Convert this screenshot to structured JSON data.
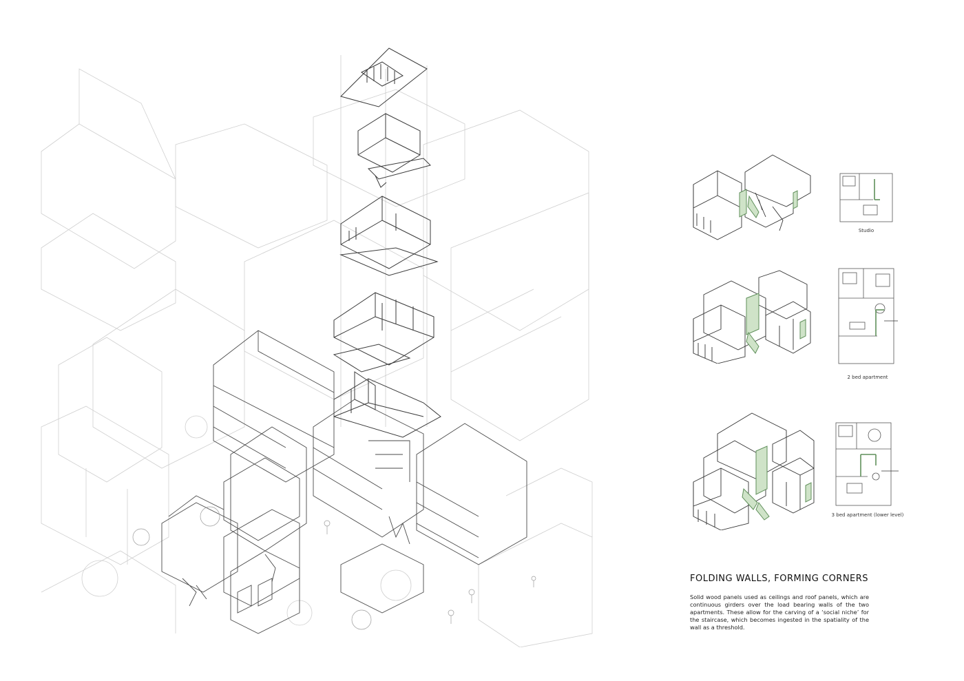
{
  "panels": [
    {
      "caption": "Studio"
    },
    {
      "caption": "2 bed apartment"
    },
    {
      "caption": "3 bed apartment (lower level)"
    }
  ],
  "text": {
    "title": "FOLDING WALLS, FORMING CORNERS",
    "body": "Solid wood panels used as ceilings and roof panels, which are continuous girders over the load bearing walls of the two apartments. These allow for the carving of a ‘social niche’ for the staircase, which becomes ingested in the spatiality of the wall as a threshold."
  },
  "colors": {
    "line": "#3a3a3a",
    "context_line": "#c9c9c9",
    "accent_green": "#5f8f5a",
    "accent_green_fill": "#cfe3c8"
  }
}
